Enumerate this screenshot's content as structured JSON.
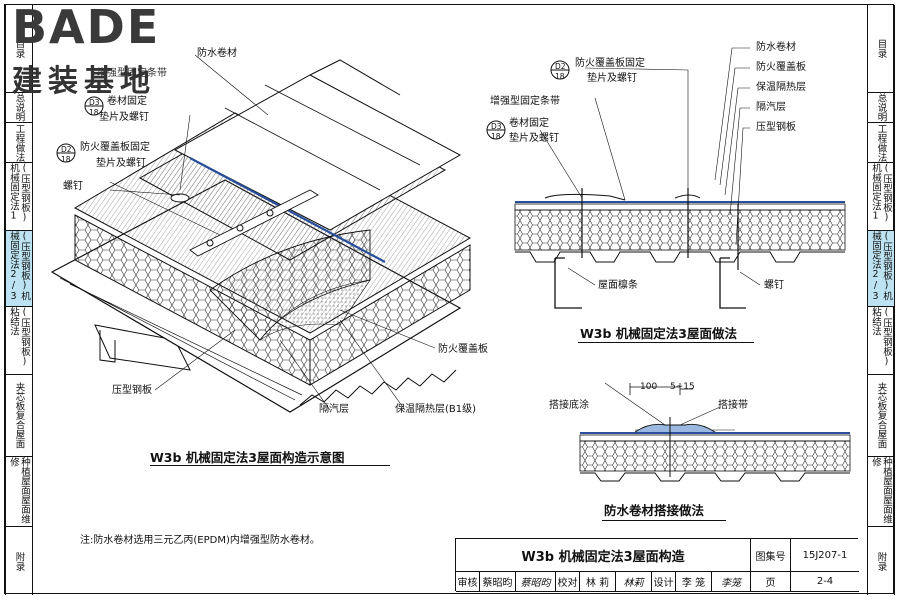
{
  "logo": {
    "brand": "BADE",
    "subtitle": "建装基地"
  },
  "left_tabs": [
    {
      "label": "目录"
    },
    {
      "label": "总说明"
    },
    {
      "label": "工程做法"
    },
    {
      "label": "(压型钢板)机械固定法1"
    },
    {
      "label": "(压型钢板)机械固定法2/3"
    },
    {
      "label": "(压型钢板)粘结法"
    },
    {
      "label": "夹芯板复合屋面"
    },
    {
      "label": "种植屋面屋面维修"
    },
    {
      "label": "附录"
    }
  ],
  "right_tabs": [
    {
      "label": "目录"
    },
    {
      "label": "总说明"
    },
    {
      "label": "工程做法"
    },
    {
      "label": "(压型钢板)机械固定法1"
    },
    {
      "label": "(压型钢板)机械固定法2/3"
    },
    {
      "label": "(压型钢板)粘结法"
    },
    {
      "label": "夹芯板复合屋面"
    },
    {
      "label": "种植屋面屋面维修"
    },
    {
      "label": "附录"
    }
  ],
  "iso": {
    "labels": {
      "waterproof": "防水卷材",
      "reinforce": "增强型固定条带",
      "ref1_top": "D3",
      "ref1_bot": "18",
      "coil_fix1": "卷材固定",
      "coil_fix2": "垫片及螺钉",
      "ref2_top": "D2",
      "ref2_bot": "18",
      "fire_fix1": "防火覆盖板固定",
      "fire_fix2": "垫片及螺钉",
      "screw": "螺钉",
      "steel": "压型钢板",
      "fire_board": "防火覆盖板",
      "vapor": "隔汽层",
      "insul": "保温隔热层(B1级)"
    },
    "title": "W3b 机械固定法3屋面构造示意图"
  },
  "section": {
    "labels": {
      "waterproof": "防水卷材",
      "fire_board": "防火覆盖板",
      "insul": "保温隔热层",
      "vapor": "隔汽层",
      "steel": "压型钢板",
      "ref2_top": "D2",
      "ref2_bot": "18",
      "fire_fix1": "防火覆盖板固定",
      "fire_fix2": "垫片及螺钉",
      "reinforce": "增强型固定条带",
      "ref1_top": "D3",
      "ref1_bot": "18",
      "coil_fix1": "卷材固定",
      "coil_fix2": "垫片及螺钉",
      "purlin": "屋面檩条",
      "screw": "螺钉"
    },
    "title": "W3b 机械固定法3屋面做法"
  },
  "lap": {
    "dim1": "100",
    "dim2": "5~15",
    "base_coat": "搭接底涂",
    "lap_tape": "搭接带",
    "title": "防水卷材搭接做法"
  },
  "note": "注:防水卷材选用三元乙丙(EPDM)内增强型防水卷材。",
  "title_block": {
    "main_title": "W3b 机械固定法3屋面构造",
    "atlas_label": "图集号",
    "atlas_no": "15J207-1",
    "review_label": "审核",
    "reviewer": "蔡昭昀",
    "reviewer_sig": "蔡昭昀",
    "check_label": "校对",
    "checker": "林 莉",
    "checker_sig": "林莉",
    "design_label": "设计",
    "designer": "李 笼",
    "designer_sig": "李笼",
    "page_label": "页",
    "page_no": "2-4"
  },
  "colors": {
    "active_tab": "#bde3f2",
    "membrane": "#2a4f9a",
    "line": "#111111"
  }
}
